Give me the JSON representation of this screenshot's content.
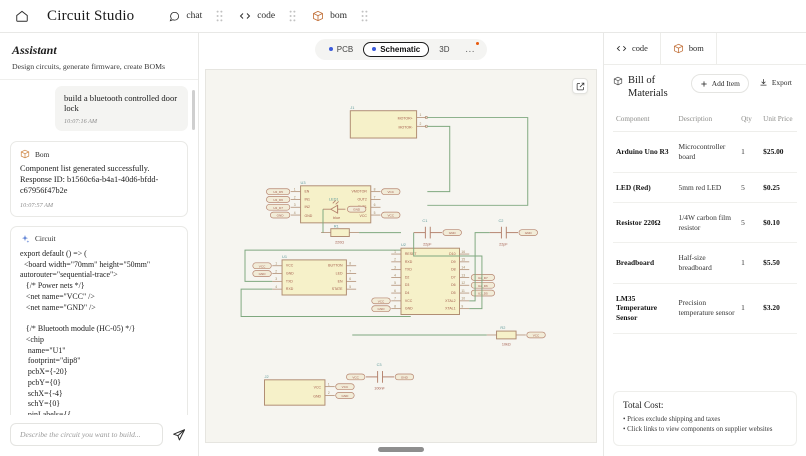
{
  "topbar": {
    "home_icon": "home-icon",
    "brand": "Circuit Studio",
    "nav": [
      {
        "icon": "chat-bubble-icon",
        "label": "chat"
      },
      {
        "icon": "code-brackets-icon",
        "label": "code"
      },
      {
        "icon": "box-package-icon",
        "label": "bom"
      }
    ]
  },
  "assistant": {
    "title": "Assistant",
    "subtitle": "Design circuits, generate firmware, create BOMs",
    "messages": [
      {
        "role": "user",
        "text": "build a bluetooth controlled door lock",
        "time": "10:07:16 AM"
      },
      {
        "role": "tool",
        "icon": "box-package-icon",
        "label": "Bom",
        "text": "Component list generated successfully. Response ID: b1560c6a-b4a1-40d6-bfdd-c67956f47b2e",
        "time": "10:07:57 AM"
      },
      {
        "role": "tool",
        "icon": "sparkle-icon",
        "label": "Circuit",
        "code": "export default () => (\n  <board width=\"70mm\" height=\"50mm\"\nautorouter=\"sequential-trace\">\n   {/* Power nets */}\n   <net name=\"VCC\" />\n   <net name=\"GND\" />\n\n   {/* Bluetooth module (HC-05) */}\n   <chip\n    name=\"U1\"\n    footprint=\"dip8\"\n    pcbX={-20}\n    pcbY={0}\n    schX={-4}\n    schY={0}\n    pinLabels={{"
      }
    ],
    "composer": {
      "placeholder": "Describe the circuit you want to build...",
      "value": "",
      "send_icon": "send-paper-plane-icon"
    }
  },
  "center": {
    "tabs": [
      {
        "label": "PCB",
        "active": false,
        "dot": true
      },
      {
        "label": "Schematic",
        "active": true,
        "dot": true
      },
      {
        "label": "3D",
        "active": false,
        "dot": false
      }
    ],
    "more_label": "...",
    "more_badge": true,
    "edit_icon": "edit-square-icon",
    "scrollbar": "horizontal-scrollbar"
  },
  "schematic": {
    "colors": {
      "background": "#f6f5f0",
      "body_fill": "#f5f0c8",
      "body_stroke": "#b08c72",
      "wire": "#6f9c6f",
      "label_text": "#a25b4b",
      "ref_text": "#5a8f8f",
      "pin_number": "#9a8d6a"
    },
    "components": [
      {
        "ref": "J1",
        "pins_right": [
          "MOTOR+",
          "MOTOR-"
        ],
        "pin_numbers_right": [
          "1",
          "2"
        ]
      },
      {
        "ref": "U3",
        "pins_left": [
          "EN",
          "IN1",
          "IN2",
          "GND"
        ],
        "pins_right": [
          "VMOTOR",
          "OUT2",
          "OUT1",
          "VCC"
        ],
        "pin_numbers_left": [
          "1",
          "2",
          "3",
          "4"
        ],
        "pin_numbers_right": [
          "8",
          "7",
          "6",
          "5"
        ],
        "net_labels_left": [
          "U2_D5",
          "U2_D6",
          "U2_D7",
          "GND"
        ],
        "net_labels_right": [
          "VCC",
          "VCC"
        ]
      },
      {
        "ref": "U1",
        "pins_left": [
          "VCC",
          "GND",
          "TXD",
          "RXD"
        ],
        "pins_right": [
          "BUTTON",
          "LED",
          "EN",
          "STATE"
        ],
        "pin_numbers_left": [
          "1",
          "2",
          "3",
          "4"
        ],
        "pin_numbers_right": [
          "8",
          "7",
          "6",
          "5"
        ],
        "net_labels_left": [
          "VCC",
          "GND"
        ]
      },
      {
        "ref": "U2",
        "pins_left": [
          "RESET",
          "RXD",
          "TXD",
          "D2",
          "D3",
          "D4",
          "VCC",
          "GND"
        ],
        "pins_right": [
          "D10",
          "D9",
          "D8",
          "D7",
          "D6",
          "D5",
          "XTAL2",
          "XTAL1"
        ],
        "pin_numbers_left": [
          "1",
          "2",
          "3",
          "4",
          "5",
          "6",
          "7",
          "8"
        ],
        "pin_numbers_right": [
          "16",
          "15",
          "14",
          "13",
          "12",
          "11",
          "10",
          "9"
        ],
        "net_labels_left": [
          "VCC",
          "GND"
        ],
        "net_labels_right": [
          "U2_D7",
          "U2_D6",
          "U2_D5"
        ]
      },
      {
        "ref": "LED1",
        "value": "blue",
        "net_label": "GND"
      },
      {
        "ref": "R1",
        "value": "220Ω"
      },
      {
        "ref": "R2",
        "value": "10kΩ",
        "net_label": "VCC"
      },
      {
        "ref": "C1",
        "value": "22pF",
        "net_label": "GND"
      },
      {
        "ref": "C2",
        "value": "22pF",
        "net_label": "GND"
      },
      {
        "ref": "C3",
        "value": "100nF",
        "net_labels": [
          "VCC",
          "GND"
        ]
      },
      {
        "ref": "J2",
        "pins_left": [
          "VCC",
          "GND"
        ],
        "pin_numbers_left": [
          "1",
          "2"
        ],
        "net_labels_right": [
          "VCC",
          "GND"
        ]
      }
    ]
  },
  "bom": {
    "tabs": [
      {
        "icon": "code-brackets-icon",
        "label": "code",
        "active": false
      },
      {
        "icon": "box-package-icon",
        "label": "bom",
        "active": true
      }
    ],
    "title": "Bill of Materials",
    "title_icon": "box-package-icon",
    "add_item_label": "Add Item",
    "add_item_icon": "plus-icon",
    "export_label": "Export",
    "export_icon": "download-icon",
    "columns": [
      "Component",
      "Description",
      "Qty",
      "Unit Price"
    ],
    "rows": [
      {
        "component": "Arduino Uno R3",
        "description": "Microcontroller board",
        "qty": "1",
        "unit_price": "$25.00"
      },
      {
        "component": "LED (Red)",
        "description": "5mm red LED",
        "qty": "5",
        "unit_price": "$0.25"
      },
      {
        "component": "Resistor 220Ω",
        "description": "1/4W carbon film resistor",
        "qty": "5",
        "unit_price": "$0.10"
      },
      {
        "component": "Breadboard",
        "description": "Half-size breadboard",
        "qty": "1",
        "unit_price": "$5.50"
      },
      {
        "component": "LM35 Temperature Sensor",
        "description": "Precision temperature sensor",
        "qty": "1",
        "unit_price": "$3.20"
      }
    ],
    "total_label": "Total Cost:",
    "notes": [
      "• Prices exclude shipping and taxes",
      "• Click links to view components on supplier websites"
    ]
  }
}
